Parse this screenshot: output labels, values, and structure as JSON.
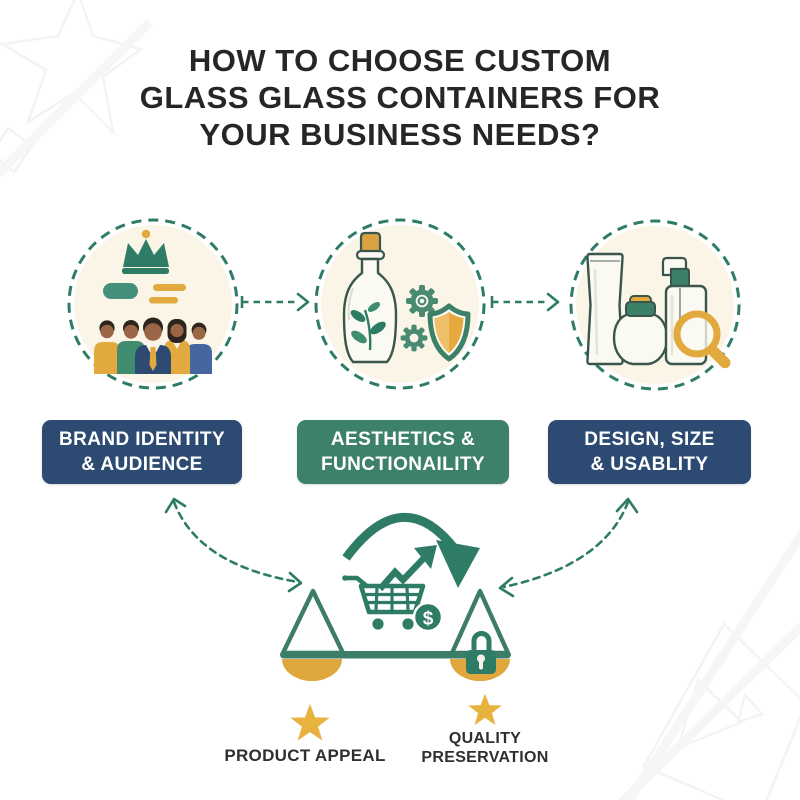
{
  "title": {
    "line1": "HOW TO CHOOSE CUSTOM",
    "line2": "GLASS GLASS CONTAINERS FOR",
    "line3": "YOUR BUSINESS NEEDS?"
  },
  "steps": [
    {
      "label_line1": "BRAND IDENTITY",
      "label_line2": "& AUDIENCE",
      "icon": "crown-audience-icon",
      "box_color": "#2d4a72"
    },
    {
      "label_line1": "AESTHETICS &",
      "label_line2": "FUNCTIONAILITY",
      "icon": "bottle-gears-shield-icon",
      "box_color": "#3d8169"
    },
    {
      "label_line1": "DESIGN, SIZE",
      "label_line2": "& USABLITY",
      "icon": "containers-magnifier-icon",
      "box_color": "#2d4a72"
    }
  ],
  "balance": {
    "dollar_symbol": "$",
    "icons": [
      "cycle-arrow-icon",
      "growth-cart-icon",
      "dollar-badge-icon",
      "balance-scale-icon",
      "padlock-icon"
    ]
  },
  "outcomes": {
    "left": {
      "icon": "star-icon",
      "label": "PRODUCT APPEAL"
    },
    "right": {
      "icon": "star-icon",
      "label_line1": "QUALITY",
      "label_line2": "PRESERVATION"
    }
  },
  "colors": {
    "teal_green": "#2e7c66",
    "navy": "#2d4a72",
    "box_green": "#3d8169",
    "gold": "#e2a93e",
    "cream": "#faf5e7",
    "title_text": "#262626",
    "label_text": "#2f2f2f",
    "white": "#ffffff"
  }
}
